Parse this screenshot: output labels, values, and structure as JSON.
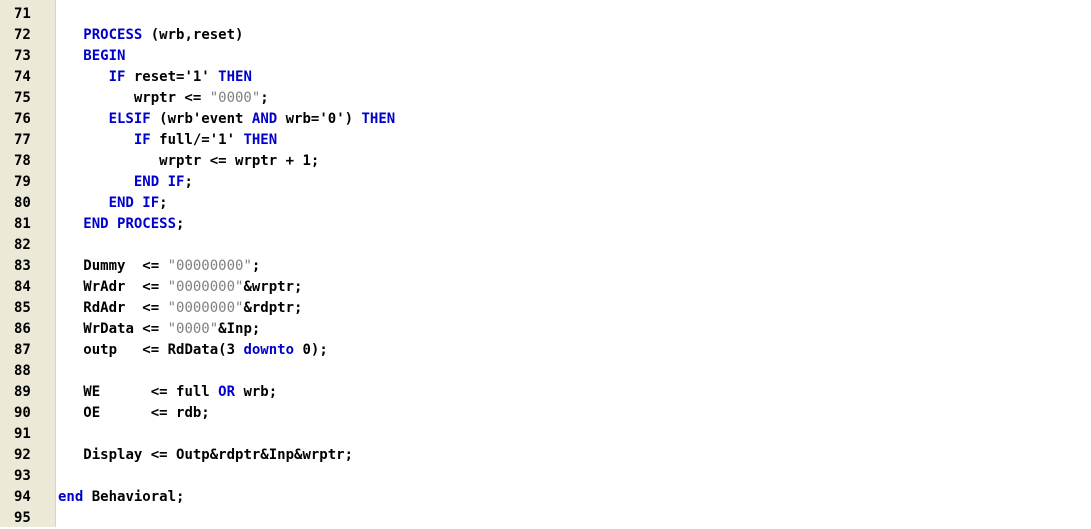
{
  "editor": {
    "colors": {
      "keyword": "#0000cc",
      "string": "#808080",
      "text": "#000000",
      "gutter_bg": "#ece9d8"
    },
    "lines": [
      {
        "number": "71",
        "indent": "",
        "tokens": []
      },
      {
        "number": "72",
        "indent": "   ",
        "tokens": [
          {
            "t": "kw",
            "v": "PROCESS"
          },
          {
            "t": "id",
            "v": " (wrb,reset)"
          }
        ]
      },
      {
        "number": "73",
        "indent": "   ",
        "tokens": [
          {
            "t": "kw",
            "v": "BEGIN"
          }
        ]
      },
      {
        "number": "74",
        "indent": "      ",
        "tokens": [
          {
            "t": "kw",
            "v": "IF"
          },
          {
            "t": "id",
            "v": " reset='1' "
          },
          {
            "t": "kw",
            "v": "THEN"
          }
        ]
      },
      {
        "number": "75",
        "indent": "         ",
        "tokens": [
          {
            "t": "id",
            "v": "wrptr <= "
          },
          {
            "t": "str",
            "v": "\"0000\""
          },
          {
            "t": "op",
            "v": ";"
          }
        ]
      },
      {
        "number": "76",
        "indent": "      ",
        "tokens": [
          {
            "t": "kw",
            "v": "ELSIF"
          },
          {
            "t": "id",
            "v": " (wrb'event "
          },
          {
            "t": "kw",
            "v": "AND"
          },
          {
            "t": "id",
            "v": " wrb='0') "
          },
          {
            "t": "kw",
            "v": "THEN"
          }
        ]
      },
      {
        "number": "77",
        "indent": "         ",
        "tokens": [
          {
            "t": "kw",
            "v": "IF"
          },
          {
            "t": "id",
            "v": " full/='1' "
          },
          {
            "t": "kw",
            "v": "THEN"
          }
        ]
      },
      {
        "number": "78",
        "indent": "            ",
        "tokens": [
          {
            "t": "id",
            "v": "wrptr <= wrptr + 1;"
          }
        ]
      },
      {
        "number": "79",
        "indent": "         ",
        "tokens": [
          {
            "t": "kw",
            "v": "END IF"
          },
          {
            "t": "op",
            "v": ";"
          }
        ]
      },
      {
        "number": "80",
        "indent": "      ",
        "tokens": [
          {
            "t": "kw",
            "v": "END IF"
          },
          {
            "t": "op",
            "v": ";"
          }
        ]
      },
      {
        "number": "81",
        "indent": "   ",
        "tokens": [
          {
            "t": "kw",
            "v": "END PROCESS"
          },
          {
            "t": "op",
            "v": ";"
          }
        ]
      },
      {
        "number": "82",
        "indent": "",
        "tokens": []
      },
      {
        "number": "83",
        "indent": "   ",
        "tokens": [
          {
            "t": "id",
            "v": "Dummy  <= "
          },
          {
            "t": "str",
            "v": "\"00000000\""
          },
          {
            "t": "op",
            "v": ";"
          }
        ]
      },
      {
        "number": "84",
        "indent": "   ",
        "tokens": [
          {
            "t": "id",
            "v": "WrAdr  <= "
          },
          {
            "t": "str",
            "v": "\"0000000\""
          },
          {
            "t": "id",
            "v": "&wrptr;"
          }
        ]
      },
      {
        "number": "85",
        "indent": "   ",
        "tokens": [
          {
            "t": "id",
            "v": "RdAdr  <= "
          },
          {
            "t": "str",
            "v": "\"0000000\""
          },
          {
            "t": "id",
            "v": "&rdptr;"
          }
        ]
      },
      {
        "number": "86",
        "indent": "   ",
        "tokens": [
          {
            "t": "id",
            "v": "WrData <= "
          },
          {
            "t": "str",
            "v": "\"0000\""
          },
          {
            "t": "id",
            "v": "&Inp;"
          }
        ]
      },
      {
        "number": "87",
        "indent": "   ",
        "tokens": [
          {
            "t": "id",
            "v": "outp   <= RdData(3 "
          },
          {
            "t": "kw",
            "v": "downto"
          },
          {
            "t": "id",
            "v": " 0);"
          }
        ]
      },
      {
        "number": "88",
        "indent": "",
        "tokens": []
      },
      {
        "number": "89",
        "indent": "   ",
        "tokens": [
          {
            "t": "id",
            "v": "WE      <= full "
          },
          {
            "t": "kw",
            "v": "OR"
          },
          {
            "t": "id",
            "v": " wrb;"
          }
        ]
      },
      {
        "number": "90",
        "indent": "   ",
        "tokens": [
          {
            "t": "id",
            "v": "OE      <= rdb;"
          }
        ]
      },
      {
        "number": "91",
        "indent": "",
        "tokens": []
      },
      {
        "number": "92",
        "indent": "   ",
        "tokens": [
          {
            "t": "id",
            "v": "Display <= Outp&rdptr&Inp&wrptr;"
          }
        ]
      },
      {
        "number": "93",
        "indent": "",
        "tokens": []
      },
      {
        "number": "94",
        "indent": "",
        "tokens": [
          {
            "t": "kw",
            "v": "end"
          },
          {
            "t": "id",
            "v": " Behavioral;"
          }
        ]
      },
      {
        "number": "95",
        "indent": "",
        "tokens": []
      }
    ]
  }
}
